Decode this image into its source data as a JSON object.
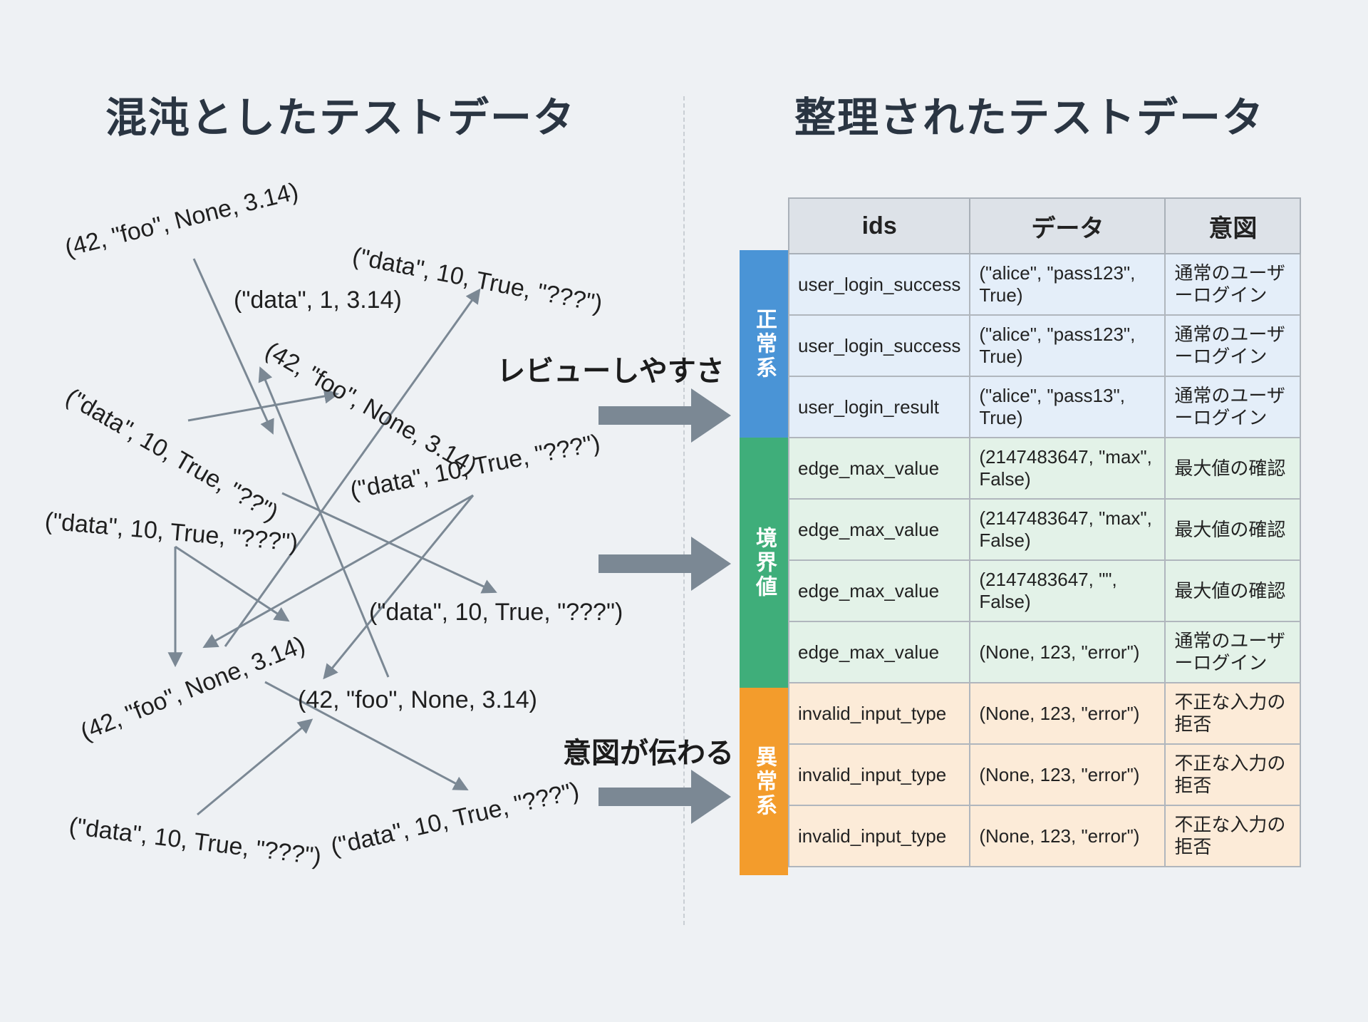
{
  "titles": {
    "left": "混沌としたテストデータ",
    "right": "整理されたテストデータ"
  },
  "chaos_fragments": [
    {
      "text": "(42, \"foo\", None, 3.14)"
    },
    {
      "text": "(\"data\", 10, True, \"???\")"
    },
    {
      "text": "(\"data\", 1, 3.14)"
    },
    {
      "text": "(42, \"foo\", None, 3.14)"
    },
    {
      "text": "(\"data\", 10, True, \"??\")"
    },
    {
      "text": "(\"data\", 10, True, \"???\")"
    },
    {
      "text": "(\"data\", 10, True, \"???\")"
    },
    {
      "text": "(\"data\", 10, True, \"???\")"
    },
    {
      "text": "(42, \"foo\", None, 3.14)"
    },
    {
      "text": "(42, \"foo\", None, 3.14)"
    },
    {
      "text": "(\"data\", 10, True, \"???\")"
    },
    {
      "text": "(\"data\", 10, True, \"???\")"
    }
  ],
  "benefits": {
    "top": "レビューしやすさ",
    "bottom": "意図が伝わる"
  },
  "colors": {
    "normal": "#4a94d6",
    "boundary": "#3fae7a",
    "error": "#f39c2c",
    "arrow": "#7b8894"
  },
  "table": {
    "headers": [
      "ids",
      "データ",
      "意図"
    ],
    "categories": {
      "normal": "正常系",
      "boundary": "境界値",
      "error": "異常系"
    },
    "rows": [
      {
        "ids": "user_login_success",
        "data": "(\"alice\", \"pass123\", True)",
        "intent": "通常のユーザーログイン"
      },
      {
        "ids": "user_login_success",
        "data": "(\"alice\", \"pass123\", True)",
        "intent": "通常のユーザーログイン"
      },
      {
        "ids": "user_login_result",
        "data": "(\"alice\", \"pass13\", True)",
        "intent": "通常のユーザーログイン"
      },
      {
        "ids": "edge_max_value",
        "data": "(2147483647, \"max\", False)",
        "intent": "最大値の確認"
      },
      {
        "ids": "edge_max_value",
        "data": "(2147483647, \"max\", False)",
        "intent": "最大値の確認"
      },
      {
        "ids": "edge_max_value",
        "data": "(2147483647, \"\", False)",
        "intent": "最大値の確認"
      },
      {
        "ids": "edge_max_value",
        "data": "(None, 123, \"error\")",
        "intent": "通常のユーザーログイン"
      },
      {
        "ids": "invalid_input_type",
        "data": "(None, 123, \"error\")",
        "intent": "不正な入力の拒否"
      },
      {
        "ids": "invalid_input_type",
        "data": "(None, 123, \"error\")",
        "intent": "不正な入力の拒否"
      },
      {
        "ids": "invalid_input_type",
        "data": "(None, 123, \"error\")",
        "intent": "不正な入力の拒否"
      }
    ]
  }
}
